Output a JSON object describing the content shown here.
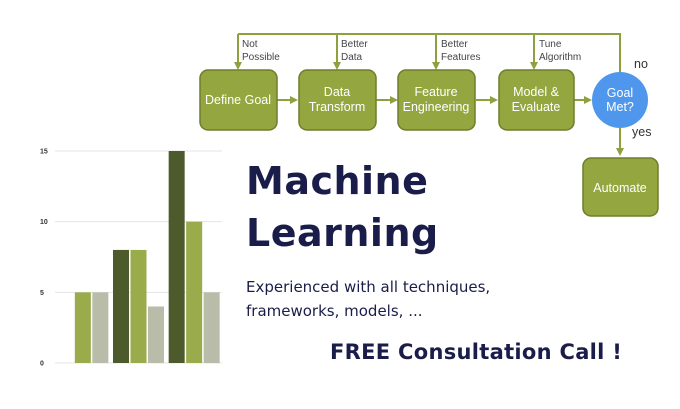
{
  "flow": {
    "nodes": {
      "define_goal": "Define Goal",
      "data_transform": [
        "Data",
        "Transform"
      ],
      "feature_engineering": [
        "Feature",
        "Engineering"
      ],
      "model_evaluate": [
        "Model &",
        "Evaluate"
      ],
      "goal_met": [
        "Goal",
        "Met?"
      ],
      "automate": "Automate"
    },
    "feedback": {
      "not_possible": [
        "Not",
        "Possible"
      ],
      "better_data": [
        "Better",
        "Data"
      ],
      "better_features": [
        "Better",
        "Features"
      ],
      "tune_algorithm": [
        "Tune",
        "Algorithm"
      ]
    },
    "no_label": "no",
    "yes_label": "yes"
  },
  "colors": {
    "node_green": "#94a63f",
    "node_border": "#6e7d2c",
    "decision_blue": "#4f97ec",
    "arrow_green": "#8ea13f",
    "bar_dark": "#4c5a2c",
    "bar_mid": "#9aab4c",
    "bar_light": "#b9bca8",
    "text_navy": "#1a1d4a"
  },
  "chart_data": {
    "type": "bar",
    "categories": [
      "",
      "",
      ""
    ],
    "series": [
      {
        "values": [
          null,
          8,
          15
        ]
      },
      {
        "values": [
          5,
          8,
          10
        ]
      },
      {
        "values": [
          5,
          4,
          5
        ]
      }
    ],
    "yticks": [
      "0",
      "5",
      "10",
      "15"
    ],
    "ylim": [
      0,
      15
    ],
    "grid": true
  },
  "headline": {
    "line1": "Machine",
    "line2": "Learning"
  },
  "subtext": {
    "line1": "Experienced with all techniques,",
    "line2": "frameworks, models, ..."
  },
  "cta": "FREE Consultation Call !"
}
